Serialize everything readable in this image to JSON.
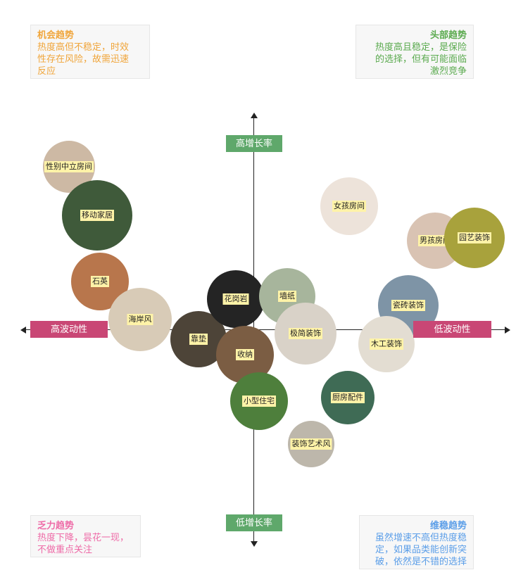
{
  "quadrants": {
    "top_left": {
      "title": "机会趋势",
      "lines": [
        "热度高但不稳定，时效",
        "性存在风险，故需迅速",
        "反应"
      ],
      "color": "#f0a53a"
    },
    "top_right": {
      "title": "头部趋势",
      "lines": [
        "热度高且稳定，是保险",
        "的选择，但有可能面临",
        "激烈竞争"
      ],
      "color": "#5aaa4e"
    },
    "bottom_left": {
      "title": "乏力趋势",
      "lines": [
        "热度下降，昙花一现，",
        "不做重点关注"
      ],
      "color": "#ee6ba7"
    },
    "bottom_right": {
      "title": "维稳趋势",
      "lines": [
        "虽然增速不高但热度稳",
        "定，如果品类能创新突",
        "破，依然是不错的选择"
      ],
      "color": "#5b9ee8"
    }
  },
  "axes": {
    "top": {
      "label": "高增长率",
      "color": "#5fa86b"
    },
    "bottom": {
      "label": "低增长率",
      "color": "#5fa86b"
    },
    "left": {
      "label": "高波动性",
      "color": "#c94775"
    },
    "right": {
      "label": "低波动性",
      "color": "#c94775"
    }
  },
  "bubbles": [
    {
      "label": "性别中立房间",
      "fill": "#cdb9a4"
    },
    {
      "label": "移动家居",
      "fill": "#3f5a3a"
    },
    {
      "label": "石英",
      "fill": "#b8764c"
    },
    {
      "label": "海岸风",
      "fill": "#d8cbb7"
    },
    {
      "label": "靠垫",
      "fill": "#4d4438"
    },
    {
      "label": "花岗岩",
      "fill": "#242424"
    },
    {
      "label": "墙纸",
      "fill": "#a7b59c"
    },
    {
      "label": "极简装饰",
      "fill": "#d9d2c8"
    },
    {
      "label": "收纳",
      "fill": "#7b5d43"
    },
    {
      "label": "小型住宅",
      "fill": "#4e7f3c"
    },
    {
      "label": "女孩房间",
      "fill": "#ede3da"
    },
    {
      "label": "男孩房间",
      "fill": "#d9c3b3"
    },
    {
      "label": "园艺装饰",
      "fill": "#a8a23c"
    },
    {
      "label": "瓷砖装饰",
      "fill": "#7e94a6"
    },
    {
      "label": "木工装饰",
      "fill": "#e3ddd2"
    },
    {
      "label": "厨房配件",
      "fill": "#3f6b55"
    },
    {
      "label": "装饰艺术风",
      "fill": "#bdb7ab"
    }
  ]
}
